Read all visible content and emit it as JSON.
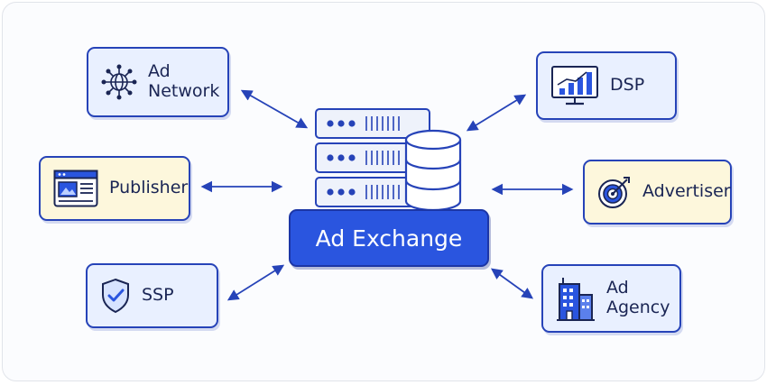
{
  "center": {
    "label": "Ad Exchange"
  },
  "nodes": {
    "ad_network": {
      "label": "Ad Network",
      "icon": "network-globe-icon"
    },
    "publisher": {
      "label": "Publisher",
      "icon": "web-page-icon"
    },
    "ssp": {
      "label": "SSP",
      "icon": "shield-check-icon"
    },
    "dsp": {
      "label": "DSP",
      "icon": "monitor-chart-icon"
    },
    "advertiser": {
      "label": "Advertiser",
      "icon": "target-icon"
    },
    "ad_agency": {
      "label": "Ad Agency",
      "icon": "office-building-icon"
    }
  },
  "colors": {
    "outline": "#2643b8",
    "node_blue_fill": "#e9f0ff",
    "node_yellow_fill": "#fdf7dc",
    "exchange_fill": "#2a55df",
    "text": "#1a2554"
  }
}
